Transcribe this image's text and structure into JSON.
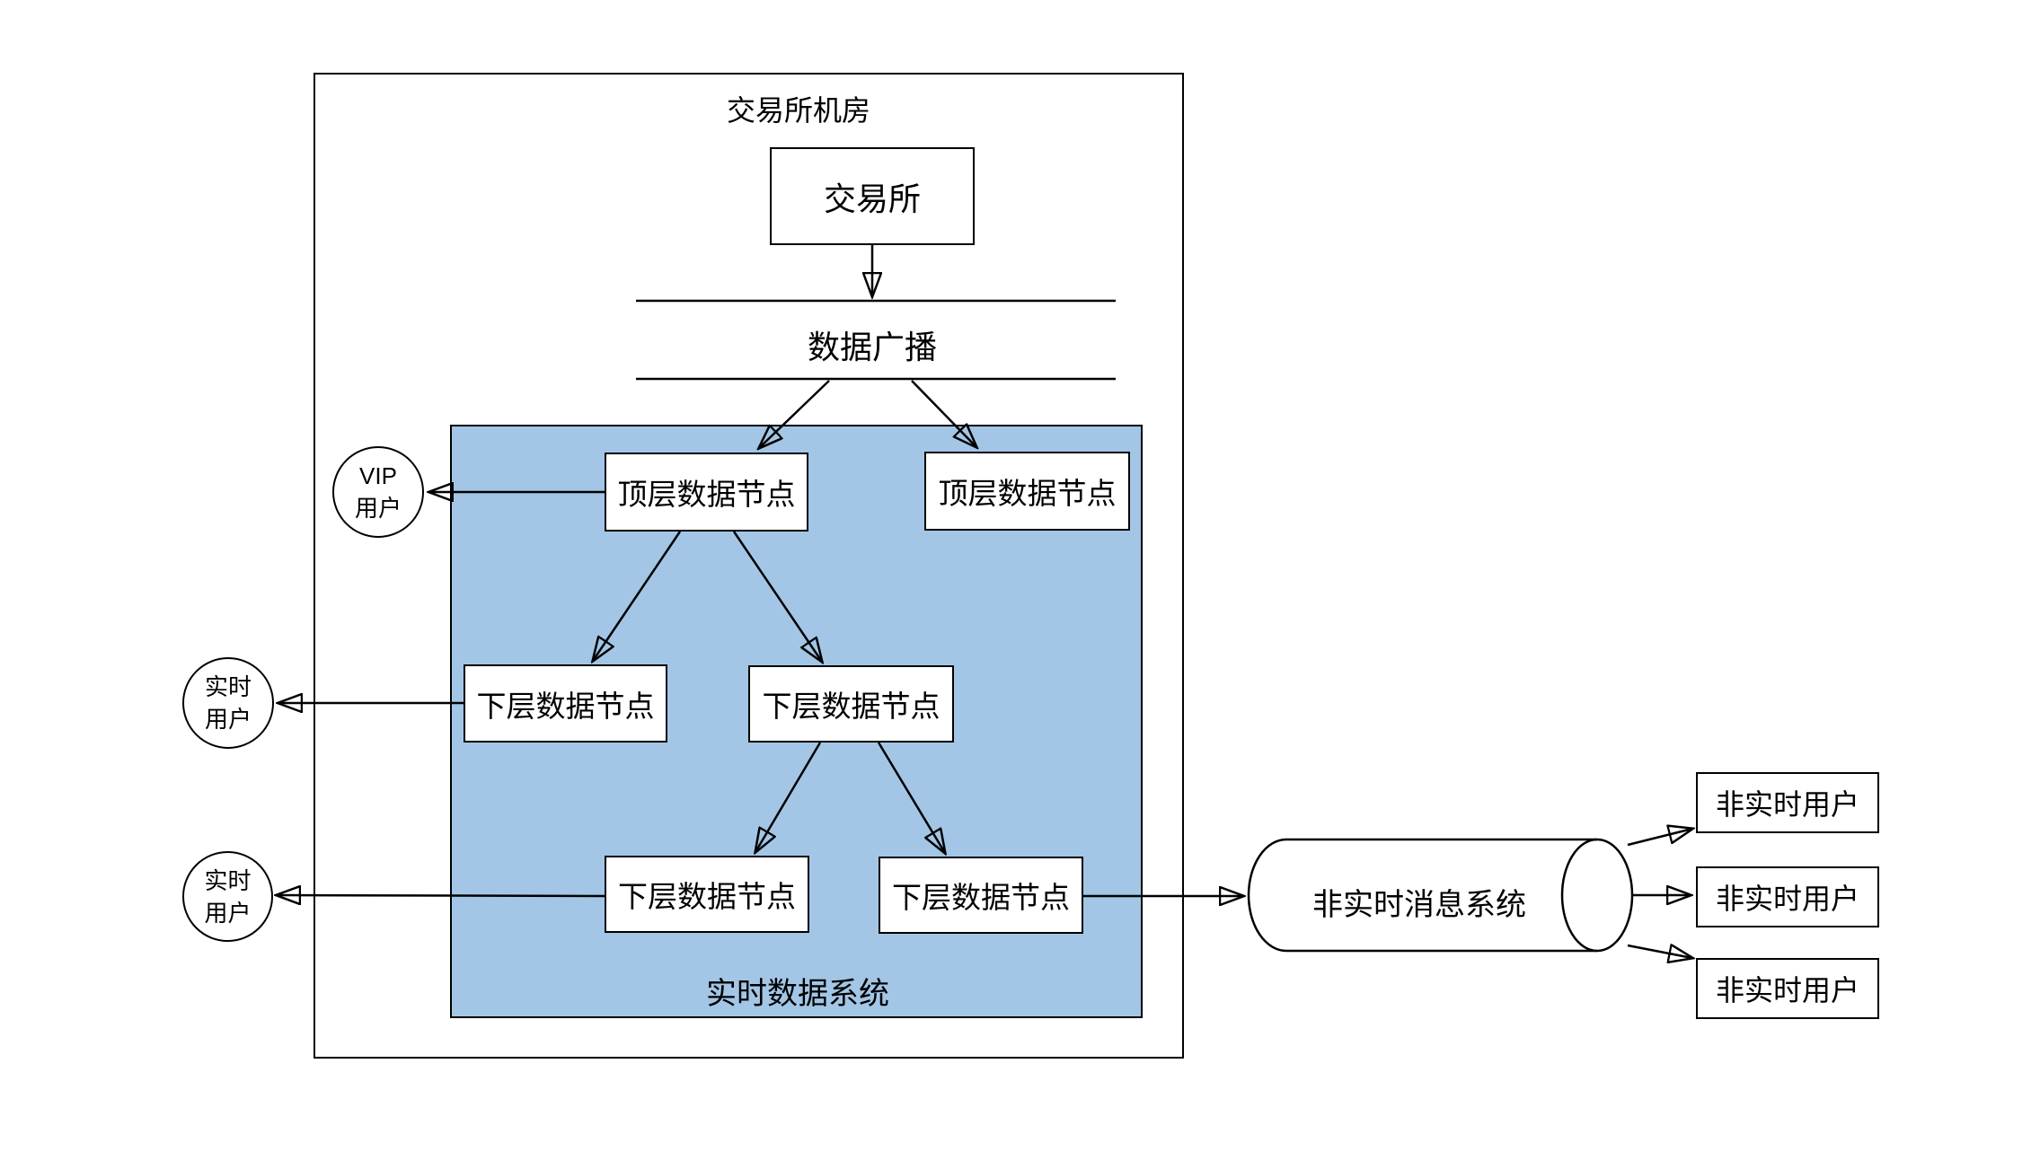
{
  "diagram": {
    "title": "交易所机房",
    "exchange": "交易所",
    "broadcast": "数据广播",
    "realtime_system": "实时数据系统",
    "top_node_left": "顶层数据节点",
    "top_node_right": "顶层数据节点",
    "lower_node_mid_left": "下层数据节点",
    "lower_node_mid_center": "下层数据节点",
    "lower_node_bottom_left": "下层数据节点",
    "lower_node_bottom_right": "下层数据节点",
    "vip_user": {
      "line1": "VIP",
      "line2": "用户"
    },
    "realtime_user_1": {
      "line1": "实时",
      "line2": "用户"
    },
    "realtime_user_2": {
      "line1": "实时",
      "line2": "用户"
    },
    "message_system": "非实时消息系统",
    "non_realtime_user_1": "非实时用户",
    "non_realtime_user_2": "非实时用户",
    "non_realtime_user_3": "非实时用户"
  },
  "colors": {
    "realtime_box_fill": "#a3c6e6",
    "node_fill": "#ffffff",
    "stroke": "#000000"
  }
}
